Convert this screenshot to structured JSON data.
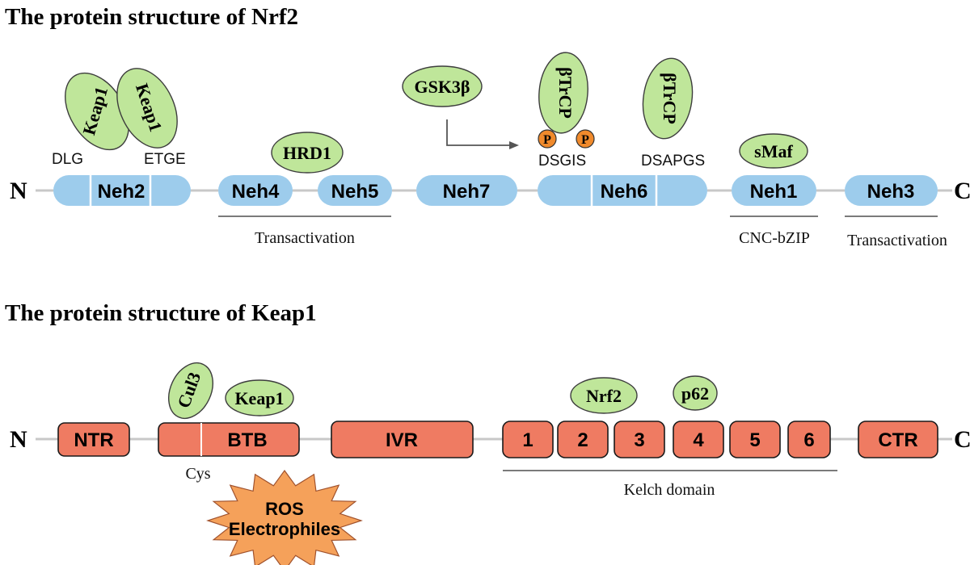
{
  "nrf2": {
    "title": "The protein structure of Nrf2",
    "n_term": "N",
    "c_term": "C",
    "domains": {
      "neh2": "Neh2",
      "neh4": "Neh4",
      "neh5": "Neh5",
      "neh7": "Neh7",
      "neh6": "Neh6",
      "neh1": "Neh1",
      "neh3": "Neh3"
    },
    "motifs": {
      "dlg": "DLG",
      "etge": "ETGE",
      "dsgis": "DSGIS",
      "dsapgs": "DSAPGS"
    },
    "binders": {
      "keap1_a": "Keap1",
      "keap1_b": "Keap1",
      "hrd1": "HRD1",
      "gsk3b": "GSK3β",
      "btrcp_a": "βTrCP",
      "btrcp_b": "βTrCP",
      "smaf": "sMaf"
    },
    "phospho_a": "P",
    "phospho_b": "P",
    "regions": {
      "transactivation_1": "Transactivation",
      "cnc_bzip": "CNC-bZIP",
      "transactivation_2": "Transactivation"
    }
  },
  "keap1": {
    "title": "The protein structure of Keap1",
    "n_term": "N",
    "c_term": "C",
    "domains": {
      "ntr": "NTR",
      "btb": "BTB",
      "ivr": "IVR",
      "kelch_1": "1",
      "kelch_2": "2",
      "kelch_3": "3",
      "kelch_4": "4",
      "kelch_5": "5",
      "kelch_6": "6",
      "ctr": "CTR"
    },
    "binders": {
      "cul3": "Cul3",
      "keap1": "Keap1",
      "nrf2": "Nrf2",
      "p62": "p62"
    },
    "cys_label": "Cys",
    "kelch_label": "Kelch domain",
    "stress": {
      "line1": "ROS",
      "line2": "Electrophiles"
    }
  },
  "colors": {
    "nrf2_domain": "#9dccec",
    "keap1_domain": "#ef7b62",
    "binder": "#bfe69a",
    "phospho": "#f08a2c",
    "stress_burst": "#f5a15a"
  }
}
